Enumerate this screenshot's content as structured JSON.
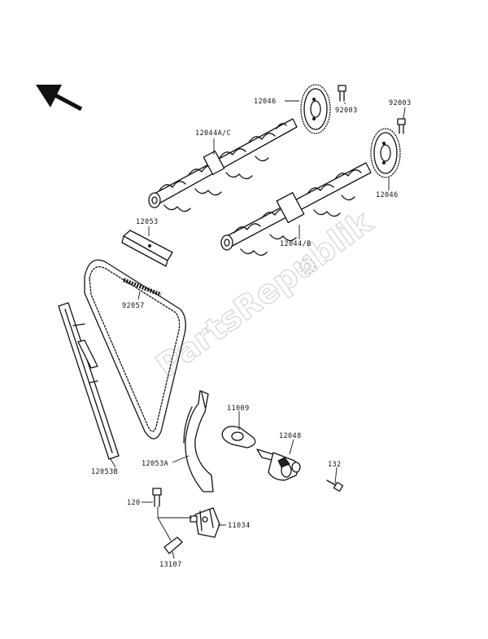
{
  "watermark": "PartsRepublik",
  "callouts": {
    "p12046_top": "12046",
    "p92003_left": "92003",
    "p92003_right": "92003",
    "p12044ac": "12044A/C",
    "p12046_right": "12046",
    "p12053": "12053",
    "p12044b": "12044/B",
    "p92057": "92057",
    "p11009": "11009",
    "p12048": "12048",
    "p12053a": "12053A",
    "p132": "132",
    "p12053b": "12053B",
    "p120": "120",
    "p11034": "11034",
    "p13107": "13107"
  },
  "icons": {
    "direction": "arrow-up-left-icon",
    "logo": "gear-logo-icon"
  }
}
